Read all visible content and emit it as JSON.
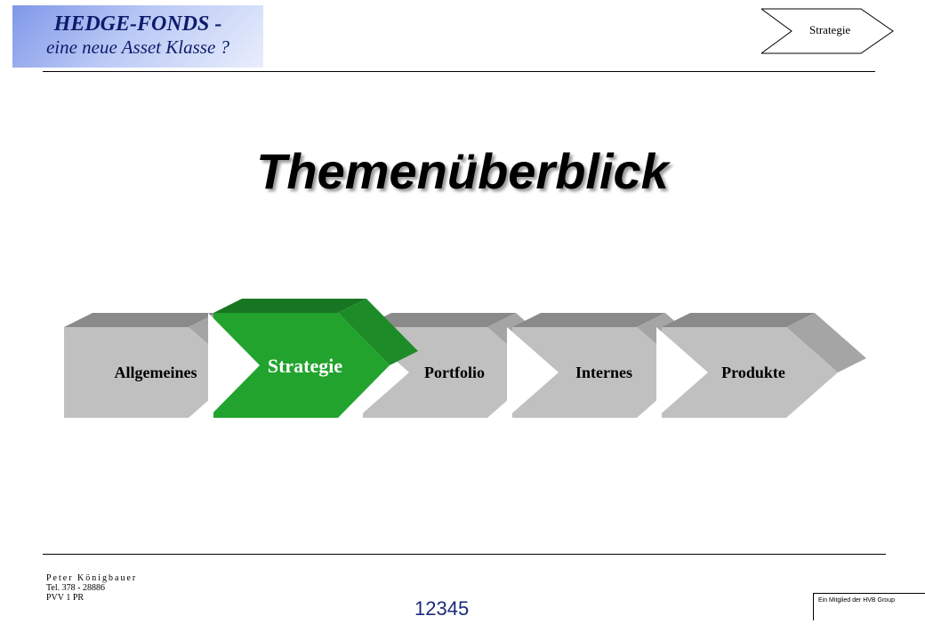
{
  "header": {
    "title_line1": "HEDGE-FONDS -",
    "title_line2": "eine neue Asset Klasse ?",
    "nav_tag": "Strategie"
  },
  "main": {
    "heading": "Themenüberblick",
    "steps": [
      {
        "label": "Allgemeines",
        "active": false
      },
      {
        "label": "Strategie",
        "active": true
      },
      {
        "label": "Portfolio",
        "active": false
      },
      {
        "label": "Internes",
        "active": false
      },
      {
        "label": "Produkte",
        "active": false
      }
    ]
  },
  "colors": {
    "active_step": "#22a32e",
    "inactive_step": "#c0c0c0",
    "title_text": "#0c1b6b",
    "page_number": "#1b2a7a"
  },
  "footer": {
    "name": "Peter Königbauer",
    "phone": "Tel. 378 - 28886",
    "dept": "PVV 1 PR",
    "page_number": "12345",
    "member_note": "Ein Mitglied der HVB Group"
  }
}
